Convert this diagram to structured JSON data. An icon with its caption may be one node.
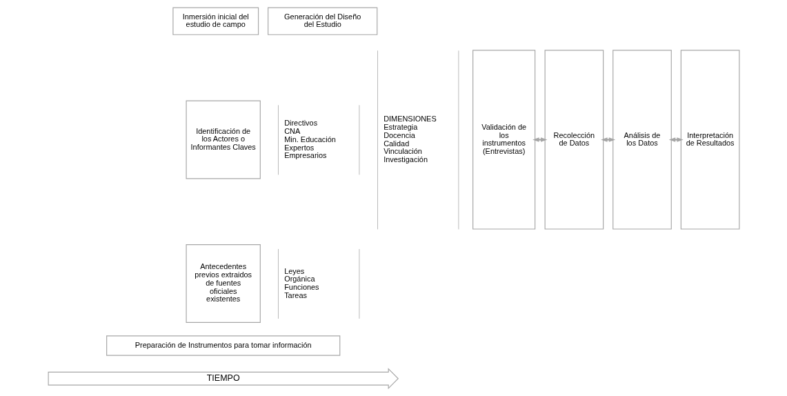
{
  "diagram": {
    "nodes": [
      {
        "text": [
          "Inmersión inicial del estudio de campo"
        ]
      },
      {
        "text": [
          "Generación del Diseño del Estudio"
        ]
      },
      {
        "text": [
          "Identificación de los Actores o Informantes Claves"
        ]
      },
      {
        "text": [
          "Antecedentes previos extraidos de fuentes oficiales existentes"
        ]
      },
      {
        "text": [
          "Directivos",
          "CNA",
          "Min. Educación",
          "Expertos",
          "Empresarios"
        ]
      },
      {
        "text": [
          "Leyes",
          "Orgánica",
          "Funciones",
          "Tareas"
        ]
      },
      {
        "text": [
          "DIMENSIONES",
          "Estrategia",
          "Docencia",
          "Calidad",
          "Vinculación",
          "Investigación"
        ]
      },
      {
        "text": [
          "Validación de los instrumentos (Entrevistas)"
        ]
      },
      {
        "text": [
          "Recolección de Datos"
        ]
      },
      {
        "text": [
          "Análisis de los Datos"
        ]
      },
      {
        "text": [
          "Interpretación de Resultados"
        ]
      },
      {
        "text": [
          "Preparación de Instrumentos para tomar información"
        ]
      },
      {
        "text": [
          "TIEMPO"
        ]
      }
    ],
    "edges": [
      {
        "from": 7,
        "to": 8,
        "arrow": "both"
      },
      {
        "from": 8,
        "to": 9,
        "arrow": "both"
      },
      {
        "from": 9,
        "to": 10,
        "arrow": "both"
      }
    ]
  }
}
